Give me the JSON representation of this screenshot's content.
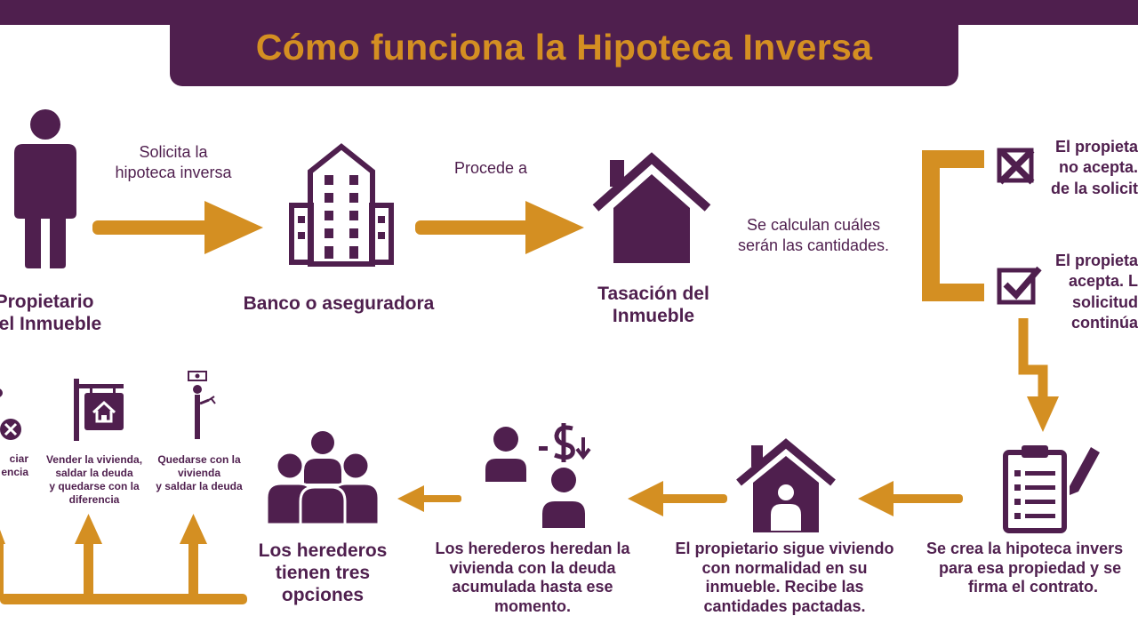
{
  "colors": {
    "purple": "#4f1f4e",
    "gold": "#d48f22",
    "white": "#ffffff"
  },
  "header": {
    "title": "Cómo funciona la Hipoteca Inversa"
  },
  "top_row": {
    "owner_label": [
      "Propietario",
      "del Inmueble"
    ],
    "arrow1_note": [
      "Solicita la",
      "hipoteca inversa"
    ],
    "bank_label": "Banco o aseguradora",
    "arrow2_note": "Procede a",
    "appraisal_label": [
      "Tasación del",
      "Inmueble"
    ],
    "calc_note": [
      "Se calculan cuáles",
      "serán las cantidades."
    ]
  },
  "decision": {
    "reject_text": [
      "El propieta",
      "no acepta.",
      "de la solicit"
    ],
    "accept_text": [
      "El propieta",
      "acepta. L",
      "solicitud",
      "continúa"
    ]
  },
  "bottom_row": {
    "contract_text": [
      "Se crea la hipoteca invers",
      "para esa propiedad y se",
      "firma el contrato."
    ],
    "living_text": [
      "El propietario sigue viviendo",
      "con normalidad en su",
      "inmueble. Recibe las",
      "cantidades pactadas."
    ],
    "inherit_text": [
      "Los herederos heredan la",
      "vivienda con la deuda",
      "acumulada hasta ese",
      "momento."
    ],
    "options_text": [
      "Los herederos",
      "tienen tres",
      "opciones"
    ]
  },
  "options": {
    "opt1": [
      "ciar",
      "encia"
    ],
    "opt2": [
      "Vender la vivienda,",
      "saldar la deuda",
      "y quedarse con la",
      "diferencia"
    ],
    "opt3": [
      "Quedarse con la",
      "vivienda",
      "y saldar la deuda"
    ]
  },
  "icons": [
    "person-icon",
    "building-icon",
    "house-icon",
    "x-box-icon",
    "check-box-icon",
    "clipboard-icon",
    "house-person-icon",
    "heirs-money-icon",
    "family-icon",
    "for-sale-sign-icon",
    "person-key-icon"
  ]
}
